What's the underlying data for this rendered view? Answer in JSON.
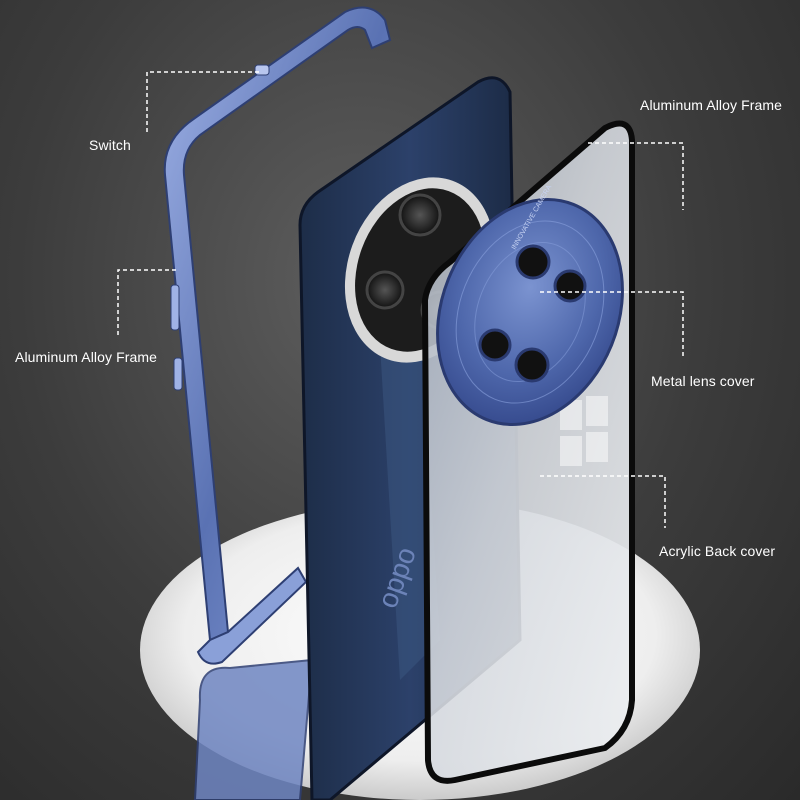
{
  "labels": {
    "switch": "Switch",
    "frame_left": "Aluminum Alloy Frame",
    "frame_right": "Aluminum Alloy Frame",
    "lens_cover": "Metal lens cover",
    "back_cover": "Acrylic Back cover"
  },
  "phone": {
    "brand_mark": "oppo",
    "lens_ring_text": "INNOVATIVE CAMERA"
  },
  "colors": {
    "background": "#3c3c3c",
    "frame_blue": "#6f86c2",
    "leather_navy": "#263a5a",
    "pedestal": "#f2f2f2",
    "lens_blue": "#4f6ab0",
    "callout_line": "#ffffff"
  }
}
